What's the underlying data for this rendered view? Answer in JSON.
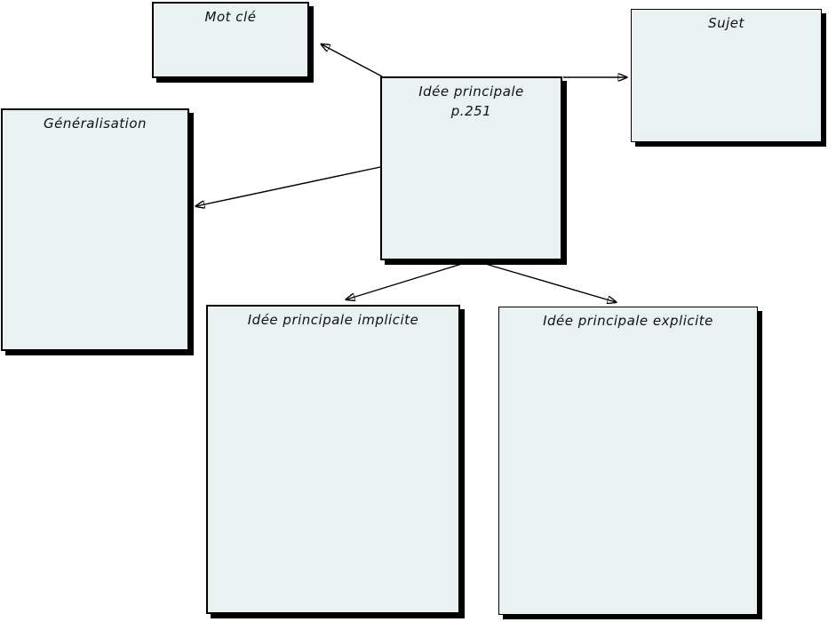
{
  "diagram": {
    "type": "concept-map",
    "nodes": {
      "mot_cle": {
        "label": "Mot clé"
      },
      "sujet": {
        "label": "Sujet"
      },
      "idee_principale": {
        "label": "Idée principale",
        "page_ref": "p.251"
      },
      "generalisation": {
        "label": "Généralisation"
      },
      "idee_implicite": {
        "label": "Idée principale implicite"
      },
      "idee_explicite": {
        "label": "Idée principale explicite"
      }
    },
    "connections": [
      {
        "from": "idee_principale",
        "to": "mot_cle"
      },
      {
        "from": "idee_principale",
        "to": "sujet"
      },
      {
        "from": "idee_principale",
        "to": "generalisation"
      },
      {
        "from": "idee_principale",
        "to": "idee_implicite"
      },
      {
        "from": "idee_principale",
        "to": "idee_explicite"
      }
    ],
    "colors": {
      "node_fill": "#eaf1f3",
      "node_border": "#000000",
      "node_shadow": "#000000",
      "arrow": "#000000",
      "canvas_background": "#ffffff"
    }
  }
}
